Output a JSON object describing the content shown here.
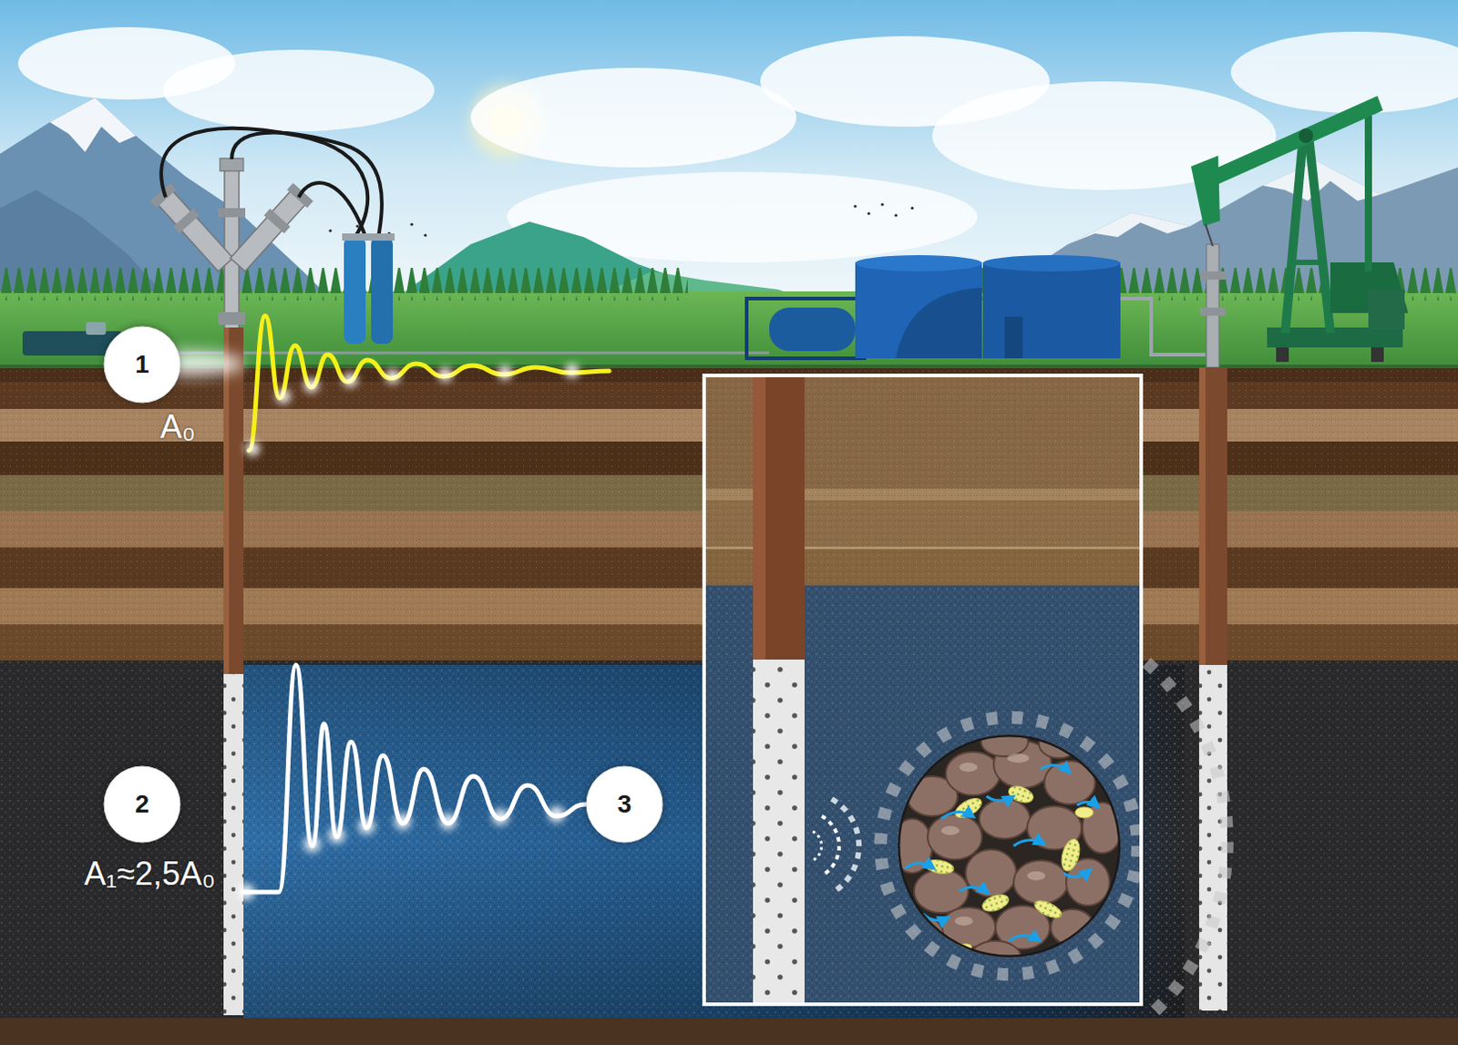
{
  "diagram": {
    "nodes": [
      {
        "text": [
          "1"
        ]
      },
      {
        "text": [
          "2"
        ]
      },
      {
        "text": [
          "3"
        ]
      }
    ],
    "labels": [
      "A₀",
      "A₁≈2,5A₀"
    ]
  }
}
